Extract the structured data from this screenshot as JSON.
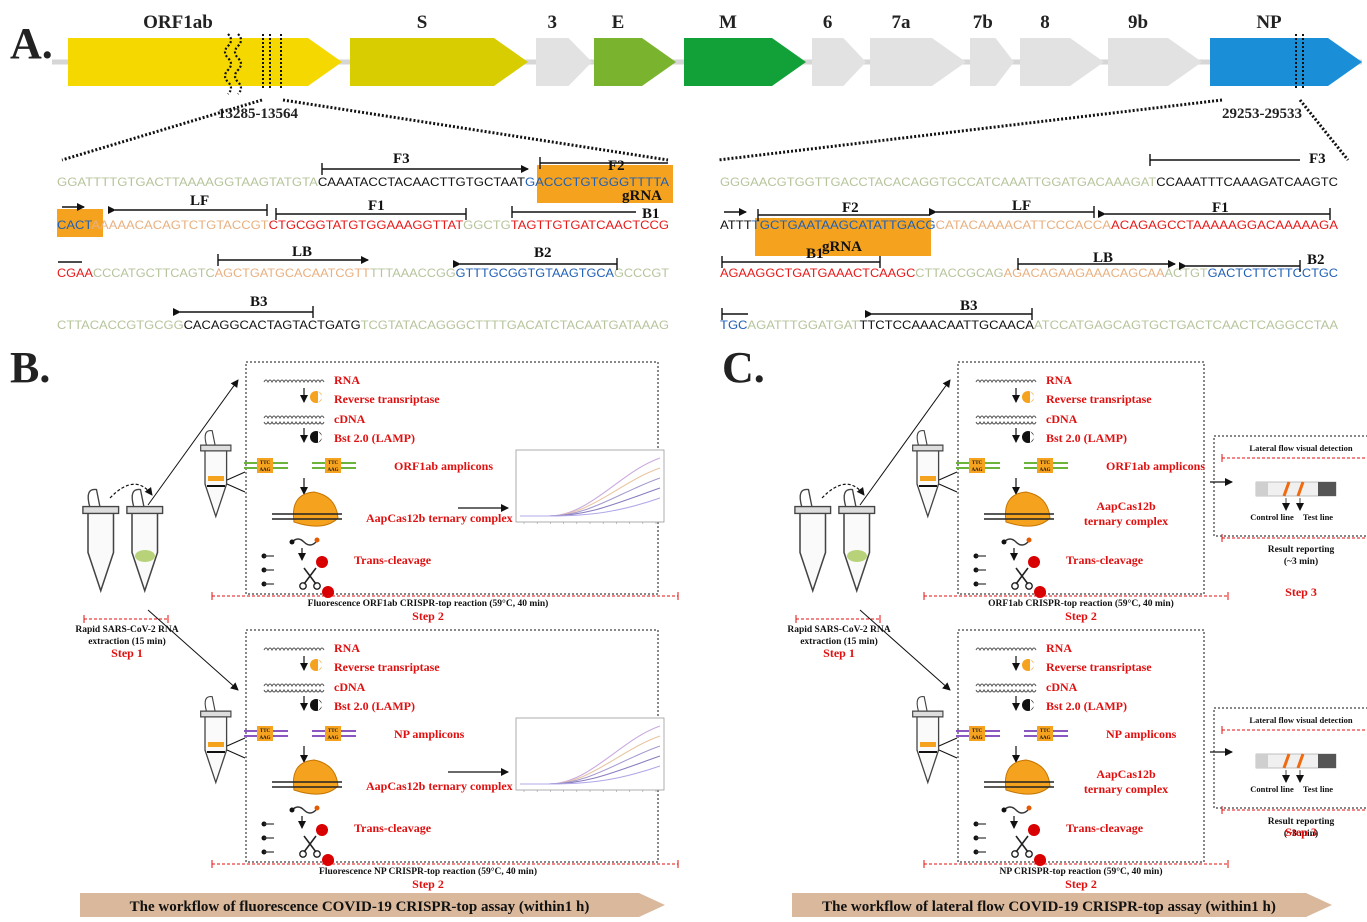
{
  "panels": {
    "a": "A.",
    "b": "B.",
    "c": "C."
  },
  "genome": {
    "genes": [
      {
        "name": "ORF1ab",
        "color": "#f5d800"
      },
      {
        "name": "S",
        "color": "#d8cd00"
      },
      {
        "name": "3",
        "color": "#e2e2e2"
      },
      {
        "name": "E",
        "color": "#7ab32e"
      },
      {
        "name": "M",
        "color": "#12a038"
      },
      {
        "name": "6",
        "color": "#e2e2e2"
      },
      {
        "name": "7a",
        "color": "#e2e2e2"
      },
      {
        "name": "7b",
        "color": "#e2e2e2"
      },
      {
        "name": "8",
        "color": "#e2e2e2"
      },
      {
        "name": "9b",
        "color": "#e2e2e2"
      },
      {
        "name": "NP",
        "color": "#1a8fd8"
      }
    ],
    "left_region": "13285-13564",
    "right_region": "29253-29533"
  },
  "seq_left": {
    "row1": [
      {
        "t": "GGATTTTGTGACTTAAAAGGTAAGTATGTA",
        "c": "#b6c49b"
      },
      {
        "t": "CAAATACCTACAACTTGTGCTAAT",
        "c": "#111111"
      },
      {
        "t": "GACCCTGTGGGTTTTA",
        "c": "#1f5fb5"
      }
    ],
    "row2": [
      {
        "t": "CACT",
        "c": "#1f5fb5"
      },
      {
        "t": "AAAAACACAGTCTGTACCGT",
        "c": "#e8b080"
      },
      {
        "t": "CTGCGGTATGTGGAAAGGTTAT",
        "c": "#e81818"
      },
      {
        "t": "GGCTG",
        "c": "#b6c49b"
      },
      {
        "t": "TAGTTGTGATCAACTCCG",
        "c": "#e81818"
      }
    ],
    "row3": [
      {
        "t": "CGAA",
        "c": "#e81818"
      },
      {
        "t": "CCCATGCTTCAGTC",
        "c": "#b6c49b"
      },
      {
        "t": "AGCTGATGCACAATCGTT",
        "c": "#e8b080"
      },
      {
        "t": "TTTAAACCGG",
        "c": "#b6c49b"
      },
      {
        "t": "GTTTGCGGTGTAAGTGCA",
        "c": "#1f5fb5"
      },
      {
        "t": "GCCCGT",
        "c": "#b6c49b"
      }
    ],
    "row4": [
      {
        "t": "CTTACACCGTGCGG",
        "c": "#b6c49b"
      },
      {
        "t": "CACAGGCACTAGTACTGATG",
        "c": "#111111"
      },
      {
        "t": "TCGTATACAGGGCTTTTGACATCTACAATGATAAAG",
        "c": "#b6c49b"
      }
    ]
  },
  "seq_right": {
    "row1": [
      {
        "t": "GGGAACGTGGTTGACCTACACAGGTGCCATCAAATTGGATGACAAAGAT",
        "c": "#b6c49b"
      },
      {
        "t": "CCAAATTTCAAAGATCAAGTC",
        "c": "#111111"
      }
    ],
    "row2": [
      {
        "t": "ATTT",
        "c": "#111111"
      },
      {
        "t": "TGCTGAATAAGCATATTGACG",
        "c": "#1f5fb5"
      },
      {
        "t": "CATACAAAACATTCCCACCA",
        "c": "#e8b080"
      },
      {
        "t": "ACAGAGCCTAAAAAGGACAAAAAGA",
        "c": "#e81818"
      }
    ],
    "row3": [
      {
        "t": "AGAAGGCTGATGAAACTCAAGC",
        "c": "#e81818"
      },
      {
        "t": "CTTACCGCAG",
        "c": "#b6c49b"
      },
      {
        "t": "AGACAGAAGAAACAGCAA",
        "c": "#e8b080"
      },
      {
        "t": "ACTGT",
        "c": "#b6c49b"
      },
      {
        "t": "GACTCTTCTTCCTGC",
        "c": "#1f5fb5"
      }
    ],
    "row4": [
      {
        "t": "TGC",
        "c": "#1f5fb5"
      },
      {
        "t": "AGATTTGGATGAT",
        "c": "#b6c49b"
      },
      {
        "t": "TTCTCCAAACAATTGCAACA",
        "c": "#111111"
      },
      {
        "t": "ATCCATGAGCAGTGCTGACTCAACTCAGGCCTAA",
        "c": "#b6c49b"
      }
    ]
  },
  "primers": {
    "f3": "F3",
    "f2": "F2",
    "grna": "gRNA",
    "lf": "LF",
    "f1": "F1",
    "b1": "B1",
    "lb": "LB",
    "b2": "B2",
    "b3": "B3"
  },
  "workflow": {
    "rna": "RNA",
    "rt": "Reverse transriptase",
    "cdna": "cDNA",
    "bst": "Bst 2.0 (LAMP)",
    "orf_amp": "ORF1ab amplicons",
    "np_amp": "NP amplicons",
    "ternary": "AapCas12b ternary complex",
    "ternary_a": "AapCas12b",
    "ternary_b": "ternary complex",
    "trans": "Trans-cleavage",
    "tag_top": "TTC",
    "tag_bot": "AAG",
    "extract_a": "Rapid SARS-CoV-2 RNA",
    "extract_b": "extraction (15 min)",
    "step1": "Step 1",
    "step2": "Step 2",
    "step3": "Step 3",
    "fluo_orf": "Fluorescence ORF1ab CRISPR-top reaction (59°C, 40 min)",
    "fluo_np": "Fluorescence NP CRISPR-top reaction (59°C, 40 min)",
    "lf_orf": "ORF1ab CRISPR-top reaction (59°C, 40 min)",
    "lf_np": "NP CRISPR-top reaction (59°C, 40 min)",
    "lateral": "Lateral flow visual detection",
    "control": "Control line",
    "test": "Test line",
    "report_a": "Result reporting",
    "report_b": "(~3 min)",
    "banner_b": "The workflow of fluorescence COVID-19 CRISPR-top assay (within1 h)",
    "banner_c": "The workflow of lateral flow COVID-19 CRISPR-top assay (within1 h)"
  },
  "colors": {
    "red": "#e01010",
    "orange": "#f5a31f",
    "banner": "#d9b89c"
  }
}
